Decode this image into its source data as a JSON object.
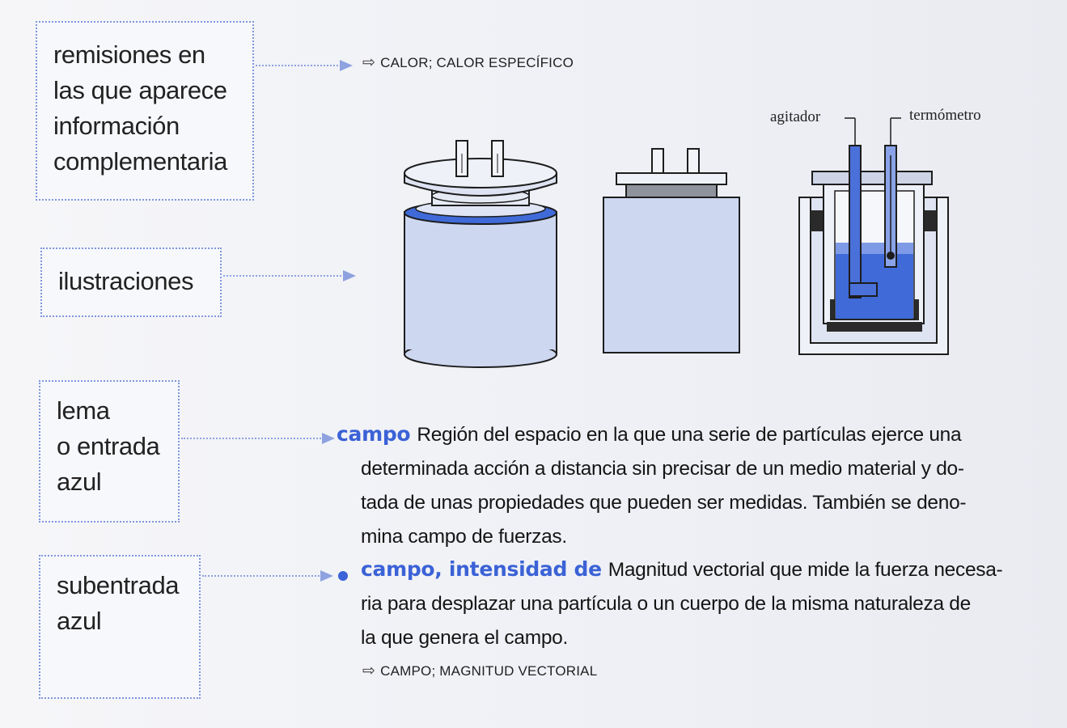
{
  "boxes": {
    "remisiones": [
      "remisiones en",
      "las que aparece",
      "información",
      "complementaria"
    ],
    "ilustraciones": [
      "ilustraciones"
    ],
    "lema": [
      "lema",
      "o entrada",
      "azul"
    ],
    "subentrada": [
      "subentrada",
      "azul"
    ]
  },
  "xref1": {
    "icon": "arrow-right-outline-icon",
    "text": "CALOR; CALOR ESPECÍFICO"
  },
  "xref2": {
    "icon": "arrow-right-outline-icon",
    "text": "CAMPO; MAGNITUD VECTORIAL"
  },
  "figure": {
    "label_agitator": "agitador",
    "label_thermometer": "termómetro"
  },
  "entry1": {
    "lemma": "campo",
    "lines": [
      "Región del espacio en la que una serie de partículas ejerce una",
      "determinada acción a distancia sin precisar de un medio material y do-",
      "tada de unas propiedades que pueden ser medidas. También se deno-",
      "mina campo de fuerzas."
    ]
  },
  "entry2": {
    "lemma": "campo, intensidad de",
    "lines": [
      "Magnitud vectorial que mide la fuerza necesa-",
      "ria para desplazar una partícula o un cuerpo de la misma naturaleza de",
      "la que genera el campo."
    ]
  },
  "colors": {
    "accent_blue": "#3b62d6",
    "dotted_border": "#7f96dc",
    "fill_blue": "#c7d3f2",
    "liquid_blue": "#3f6ad8"
  }
}
